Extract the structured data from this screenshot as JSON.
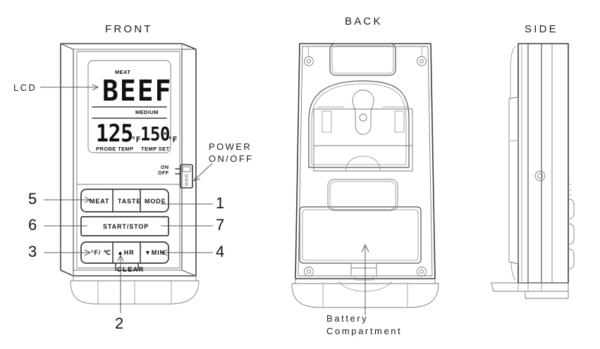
{
  "views": {
    "front": {
      "title": "FRONT"
    },
    "back": {
      "title": "BACK"
    },
    "side": {
      "title": "SIDE"
    }
  },
  "labels": {
    "lcd": "LCD",
    "power": "POWER\nON/OFF",
    "power_line1": "POWER",
    "power_line2": "ON/OFF",
    "battery_line1": "Battery",
    "battery_line2": "Compartment",
    "clear": "CLEAR",
    "switch_on": "ON",
    "switch_off": "OFF"
  },
  "lcd": {
    "meat_tag": "MEAT",
    "meat_value": "BEEF",
    "doneness_tag": "MEDIUM",
    "probe_value": "125",
    "probe_unit": "°F",
    "probe_tag": "PROBE TEMP",
    "set_value": "150",
    "set_unit": "°F",
    "set_tag": "TEMP SET"
  },
  "buttons": [
    {
      "id": "meat",
      "label": "MEAT",
      "callout": "5"
    },
    {
      "id": "taste",
      "label": "TASTE",
      "callout": ""
    },
    {
      "id": "mode",
      "label": "MODE",
      "callout": "1"
    },
    {
      "id": "start-stop",
      "label": "START/STOP",
      "callout": "6"
    },
    {
      "id": "start-stop-right",
      "label": "START/STOP",
      "callout": "7"
    },
    {
      "id": "units",
      "label": "°F/ ℃",
      "callout": "3"
    },
    {
      "id": "hour",
      "label": "▲HR",
      "callout": "2"
    },
    {
      "id": "minute",
      "label": "▼MIN",
      "callout": "4"
    }
  ],
  "callouts": {
    "one": "1",
    "two": "2",
    "three": "3",
    "four": "4",
    "five": "5",
    "six": "6",
    "seven": "7"
  },
  "colors": {
    "line": "#3a3a3a",
    "line_light": "#8a8a8a",
    "ink": "#1a1a1a",
    "background": "#ffffff"
  }
}
